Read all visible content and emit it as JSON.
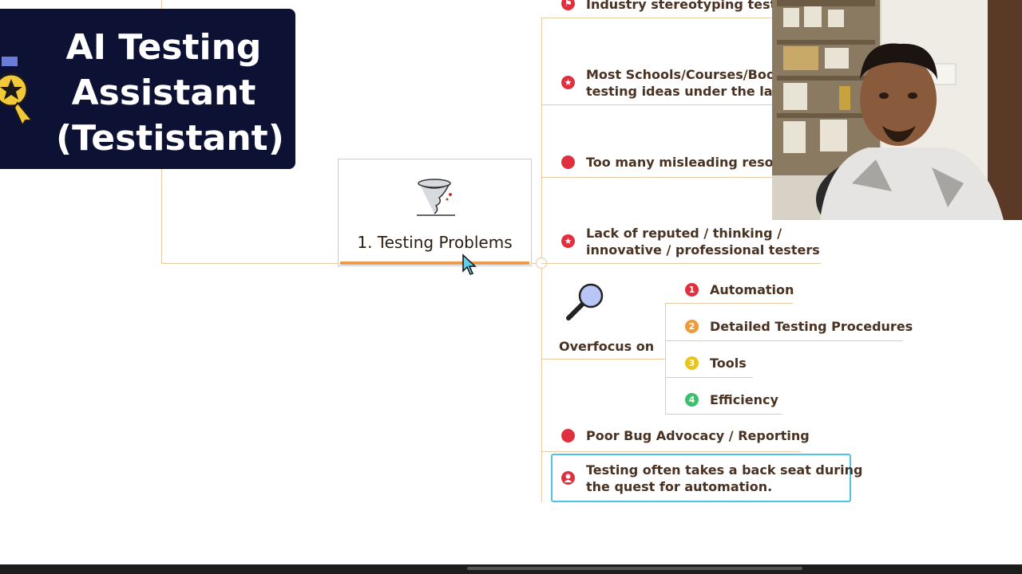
{
  "title_card": {
    "lines": [
      "AI Testing",
      "Assistant",
      "(Testistant)"
    ]
  },
  "central": {
    "label": "1. Testing Problems"
  },
  "branches": {
    "b0": "Industry stereotyping tester",
    "b1_line1": "Most Schools/Courses/Book",
    "b1_line2": "testing ideas under the labe",
    "b2": "Too many misleading resour",
    "b3_line1": "Lack of reputed / thinking /",
    "b3_line2": "innovative / professional testers",
    "overfocus_label": "Overfocus on",
    "overfocus_items": [
      {
        "num": "1",
        "label": "Automation",
        "color": "#e0303f"
      },
      {
        "num": "2",
        "label": "Detailed Testing Procedures",
        "color": "#ef9a3c"
      },
      {
        "num": "3",
        "label": "Tools",
        "color": "#e8c51a"
      },
      {
        "num": "4",
        "label": "Efficiency",
        "color": "#3cc06a"
      }
    ],
    "b5": "Poor Bug Advocacy / Reporting",
    "b6_line1": "Testing often takes a back seat during",
    "b6_line2": "the quest for automation."
  },
  "colors": {
    "accent_red": "#e0303f",
    "line": "#e8c9a4",
    "underline": "#e99a4e",
    "highlight": "#4fc3e4",
    "title_bg": "#0d1235"
  }
}
